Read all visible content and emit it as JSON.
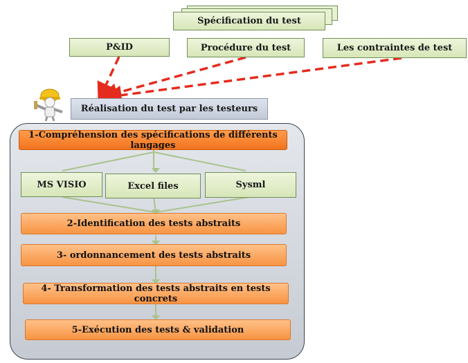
{
  "top": {
    "spec": "Spécification du test",
    "pid": "P&ID",
    "procedure": "Procédure du test",
    "contraintes": "Les contraintes de test"
  },
  "realisation": "Réalisation du test par les testeurs",
  "steps": {
    "s1": "1-Compréhension des spécifications de différents langages",
    "s2": "2-Identification des tests abstraits",
    "s3": "3- ordonnancement des tests abstraits",
    "s4": "4- Transformation des tests abstraits en tests concrets",
    "s5": "5-Exécution des tests & validation"
  },
  "languages": {
    "visio": "MS VISIO",
    "excel": "Excel files",
    "sysml": "Sysml"
  },
  "icons": {
    "worker": "construction-worker-icon"
  },
  "colors": {
    "green_box": "#d7e6b8",
    "orange_box": "#f79443",
    "red_arrow": "#e52b1e",
    "container": "#c6cbd3"
  }
}
